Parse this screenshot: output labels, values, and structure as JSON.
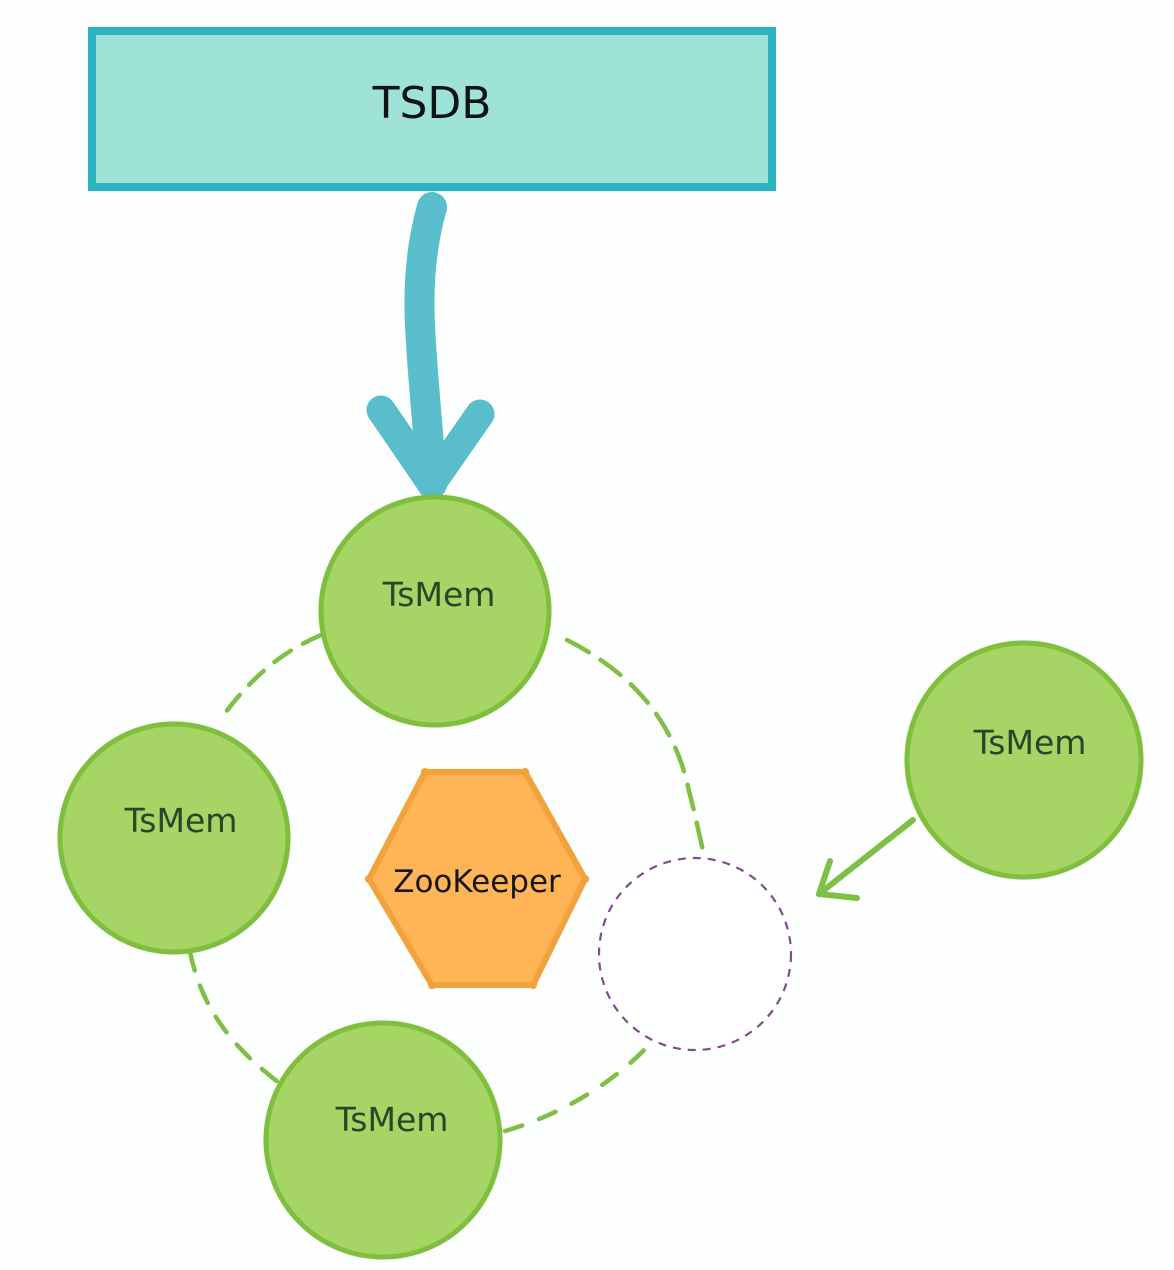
{
  "diagram": {
    "tsdb": {
      "label": "TSDB"
    },
    "zookeeper": {
      "label": "ZooKeeper"
    },
    "nodes": {
      "top": {
        "label": "TsMem"
      },
      "left": {
        "label": "TsMem"
      },
      "bottom": {
        "label": "TsMem"
      },
      "new": {
        "label": "TsMem"
      }
    },
    "colors": {
      "tsdb_fill": "#9fe3d8",
      "tsdb_border": "#2cb5c0",
      "arrow": "#4db8c8",
      "node_fill": "#a6d465",
      "node_border": "#7fbf3c",
      "ring": "#80bf45",
      "zookeeper_fill": "#ffb557",
      "zookeeper_border": "#f1a23a",
      "empty_slot": "#7f4d8b"
    }
  }
}
